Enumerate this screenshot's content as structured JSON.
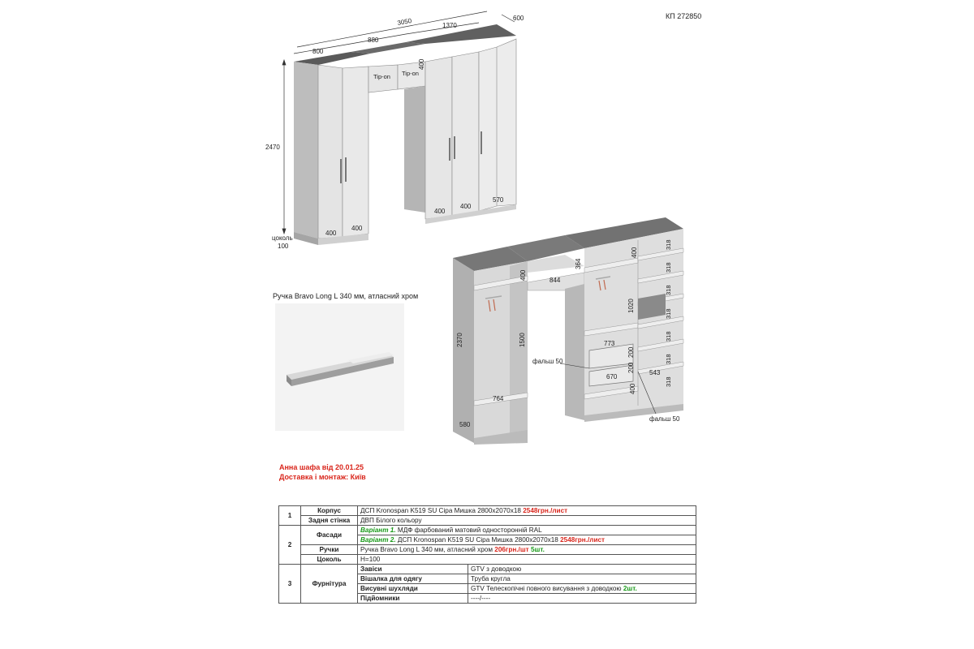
{
  "doc_code": "КП 272850",
  "front_view": {
    "dims": {
      "total_width": "3050",
      "depth": "600",
      "left_width": "800",
      "middle_width": "880",
      "right_width": "1370",
      "height": "2470",
      "mezzanine_height": "400",
      "plinth": "цоколь",
      "plinth_value": "100",
      "door_left_1": "400",
      "door_left_2": "400",
      "door_right_1": "400",
      "door_right_2": "400",
      "door_right_3": "570"
    },
    "tipon_1": "Tip-on",
    "tipon_2": "Tip-on"
  },
  "interior_view": {
    "dims": {
      "height": "2370",
      "depth": "580",
      "left_lower_width": "764",
      "left_hang_height": "1500",
      "left_top_shelf": "400",
      "mid_shelf_width": "844",
      "mid_top_height": "364",
      "right_top_shelf": "400",
      "right_hang_height": "1020",
      "drawer_width_top": "773",
      "drawer_width_bottom": "670",
      "drawer_height_1": "200",
      "drawer_height_2": "200",
      "right_bottom": "400",
      "side_depth": "543",
      "falsh_left": "фальш 50",
      "falsh_right": "фальш 50",
      "shelf_spacing": [
        "318",
        "318",
        "318",
        "318",
        "318",
        "318",
        "318"
      ]
    }
  },
  "handle": {
    "caption": "Ручка Bravo Long L 340 мм, атласний хром"
  },
  "notes": {
    "line1": "Анна шафа від 20.01.25",
    "line2": "Доставка і монтаж: Київ"
  },
  "spec_table": {
    "n1": "1",
    "n2": "2",
    "n3": "3",
    "korpus_label": "Корпус",
    "korpus_text": "ДСП Kronospan K519 SU Сіра Мишка 2800x2070x18",
    "korpus_price": "2548грн./лист",
    "back_label": "Задня стінка",
    "back_text": "ДВП Білого кольору",
    "facade_label": "Фасади",
    "facade_v1_label": "Варіант 1.",
    "facade_v1_text": "МДФ фарбований матовий односторонній RAL",
    "facade_v2_label": "Варіант 2.",
    "facade_v2_text": "ДСП Kronospan K519 SU Сіра Мишка 2800x2070x18",
    "facade_v2_price": "2548грн./лист",
    "handles_label": "Ручки",
    "handles_text": "Ручка Bravo Long L 340 мм, атласний хром",
    "handles_price": "206грн./шт",
    "handles_qty": "5шт.",
    "plinth_label": "Цоколь",
    "plinth_text": "H=100",
    "hardware_label": "Фурнітура",
    "hinges_label": "Завіси",
    "hinges_text": "GTV з доводкою",
    "rail_label": "Вішалка для одягу",
    "rail_text": "Труба кругла",
    "drawers_label": "Висувні шухляди",
    "drawers_text": "GTV Телескопічні повного висування з доводкою",
    "drawers_qty": "2шт.",
    "supports_label": "Підйомники",
    "supports_text": "----/----"
  }
}
